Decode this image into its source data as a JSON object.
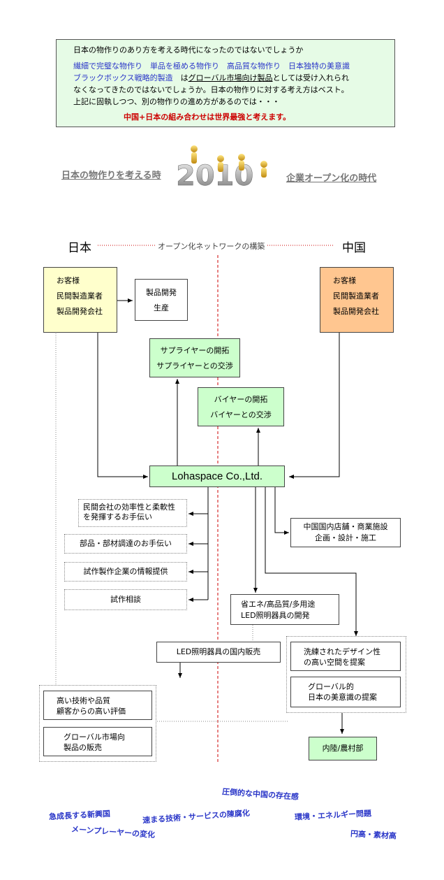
{
  "intro": {
    "line1": "日本の物作りのあり方を考える時代になったのではないでしょうか",
    "line2": "繊細で完璧な物作り　単品を極める物作り　高品質な物作り　日本独特の美意識",
    "line3_a": "ブラックボックス戦略的製造",
    "line3_b": "　は",
    "line3_c": "グローバル市場向け製品",
    "line3_d": "としては受け入れられ",
    "line4": "なくなってきたのではないでしょうか。日本の物作りに対する考え方はベスト。",
    "line5": "上記に固執しつつ、別の物作りの進め方があるのでは・・・",
    "line6": "中国+日本の組み合わせは世界最強と考えます。"
  },
  "banner": {
    "left": "日本の物作りを考える時",
    "year": "2010",
    "right": "企業オープン化の時代"
  },
  "network": {
    "japan": "日本",
    "china": "中国",
    "label": "オープン化ネットワークの構築"
  },
  "boxes": {
    "jp_customer": [
      "お客様",
      "民間製造業者",
      "製品開発会社"
    ],
    "cn_customer": [
      "お客様",
      "民間製造業者",
      "製品開発会社"
    ],
    "dev": [
      "製品開発",
      "生産"
    ],
    "supplier": [
      "サプライヤーの開拓",
      "サプライヤーとの交渉"
    ],
    "buyer": [
      "バイヤーの開拓",
      "バイヤーとの交渉"
    ],
    "lohaspace": "Lohaspace Co.,Ltd.",
    "left1": [
      "民間会社の効率性と柔軟性",
      "を発揮するお手伝い"
    ],
    "left2": "部品・部材調達のお手伝い",
    "left3": "試作製作企業の情報提供",
    "left4": "試作相談",
    "shop": [
      "中国国内店舗・商業施設",
      "企画・設計・施工"
    ],
    "led_dev": [
      "省エネ/高品質/多用途",
      "LED照明器具の開発"
    ],
    "led_sale": "LED照明器具の国内販売",
    "design": [
      "洗練されたデザイン性",
      "の高い空間を提案"
    ],
    "beauty": [
      "グローバル的",
      "日本の美意識の提案"
    ],
    "tech": [
      "高い技術や品質",
      "顧客からの高い評価"
    ],
    "global": [
      "グローバル市場向",
      "製品の販売"
    ],
    "inland": "内陸/農村部"
  },
  "keywords": {
    "k1": "圧倒的な中国の存在感",
    "k2": "急成長する新興国",
    "k3": "速まる技術・サービスの陳腐化",
    "k4": "環境・エネルギー問題",
    "k5": "メーンプレーヤーの変化",
    "k6": "円高・素材高"
  },
  "colors": {
    "intro_bg": "#e6fbe6",
    "jp_customer_bg": "#ffffcc",
    "cn_customer_bg": "#ffc690",
    "green_box_bg": "#ccffcc",
    "divider": "#cc0000",
    "keyword_text": "#2a36c8"
  }
}
